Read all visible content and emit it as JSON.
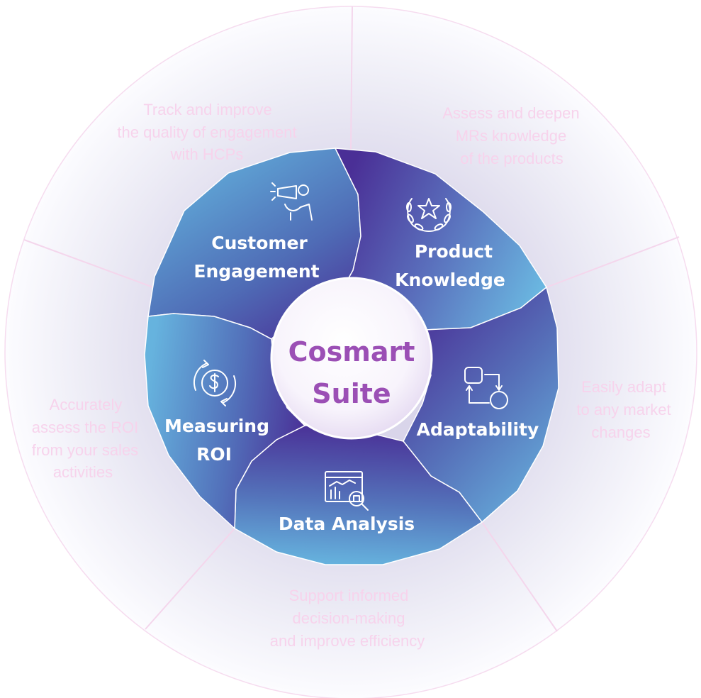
{
  "center": {
    "line1": "Cosmart",
    "line2": "Suite"
  },
  "segments": [
    {
      "title_lines": [
        "Customer",
        "Engagement"
      ],
      "icon": "megaphone-icon"
    },
    {
      "title_lines": [
        "Product",
        "Knowledge"
      ],
      "icon": "laurel-star-icon"
    },
    {
      "title_lines": [
        "Adaptability"
      ],
      "icon": "workflow-icon"
    },
    {
      "title_lines": [
        "Data Analysis"
      ],
      "icon": "chart-magnifier-icon"
    },
    {
      "title_lines": [
        "Measuring",
        "ROI"
      ],
      "icon": "dollar-cycle-icon"
    }
  ],
  "outer_notes": [
    {
      "lines": [
        "Track and improve",
        "the quality of engagement",
        "with HCPs"
      ]
    },
    {
      "lines": [
        "Assess and deepen",
        "MRs knowledge",
        "of the products"
      ]
    },
    {
      "lines": [
        "Easily adapt",
        "to any market",
        "changes"
      ]
    },
    {
      "lines": [
        "Support informed",
        "decision-making",
        "and improve efficiency"
      ]
    },
    {
      "lines": [
        "Accurately",
        "assess the ROI",
        "from your sales",
        "activities"
      ]
    }
  ],
  "colors": {
    "segment_light": "#63b3dd",
    "segment_dark": "#4a2f96",
    "center_text": "#9b4fb5",
    "outer_text": "#f7d3ec",
    "outer_divider": "#f4d6ec"
  }
}
